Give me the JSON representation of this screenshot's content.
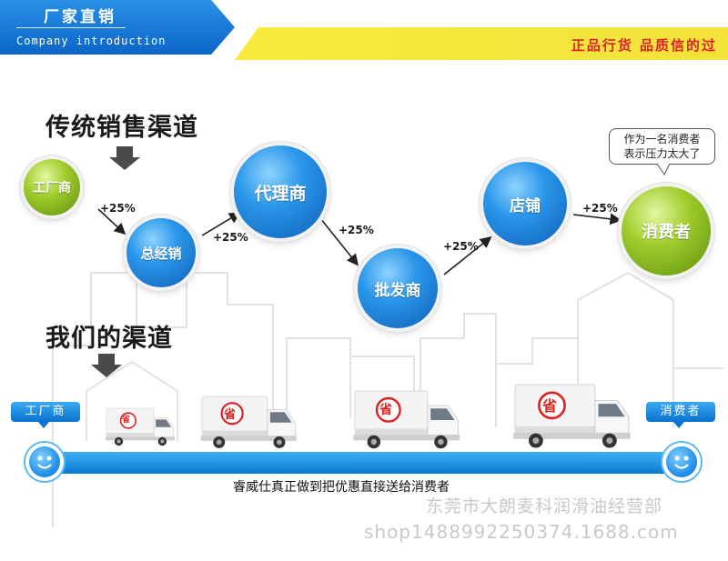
{
  "header": {
    "title_cn": "厂家直销",
    "title_en": "Company introduction",
    "slogan": "正品行货 品质信的过"
  },
  "traditional": {
    "title": "传统销售渠道",
    "nodes": [
      "工厂商",
      "总经销",
      "代理商",
      "批发商",
      "店铺",
      "消费者"
    ],
    "markup": [
      "+25%",
      "+25%",
      "+25%",
      "+25%",
      "+25%"
    ],
    "speech_bubble": [
      "作为一名消费者",
      "表示压力太大了"
    ]
  },
  "ours": {
    "title": "我们的渠道",
    "start_label": "工厂商",
    "end_label": "消费者",
    "truck_sign": "省",
    "road_text": "睿威仕真正做到把优惠直接送给消费者"
  },
  "watermark": {
    "shop_name": "东莞市大朗麦科润滑油经营部",
    "shop_url": "shop1488992250374.1688.com"
  },
  "colors": {
    "header_blue": "#0b66c8",
    "header_yellow": "#f7ea3c",
    "slogan_red": "#d9242a",
    "node_blue": "#2a97ea",
    "node_green": "#9fcc2b",
    "road_blue": "#0a78d2"
  }
}
